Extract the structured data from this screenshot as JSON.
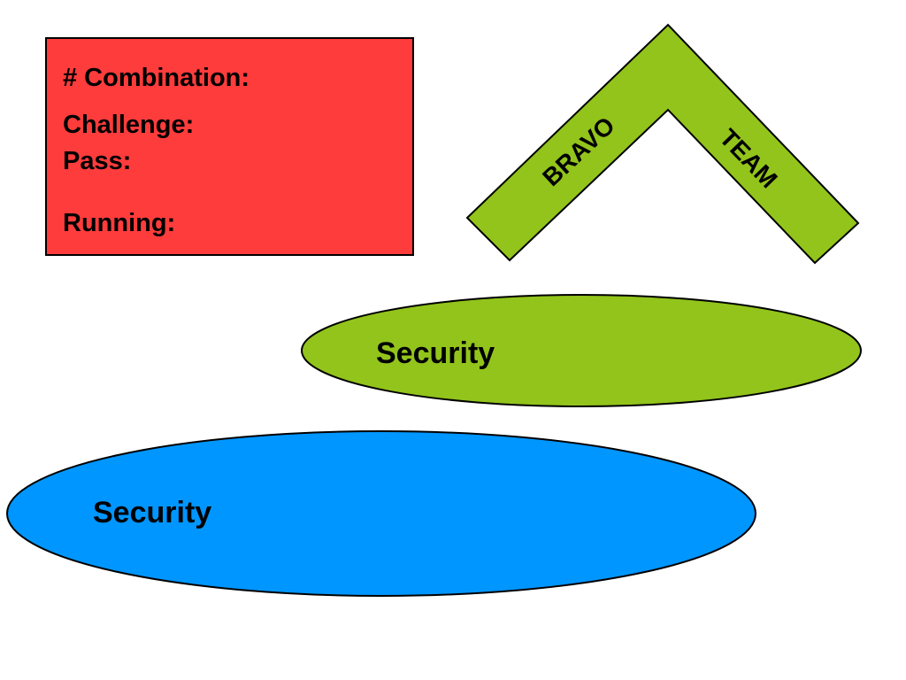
{
  "info_box": {
    "fill": "#ff3c3c",
    "lines": [
      "# Combination:",
      "Challenge:",
      "Pass:",
      "Running:"
    ]
  },
  "chevron": {
    "fill": "#92c41b",
    "left_label": "BRAVO",
    "right_label": "TEAM"
  },
  "ellipses": [
    {
      "label": "Security",
      "fill": "#92c41b"
    },
    {
      "label": "Security",
      "fill": "#0096ff"
    }
  ]
}
